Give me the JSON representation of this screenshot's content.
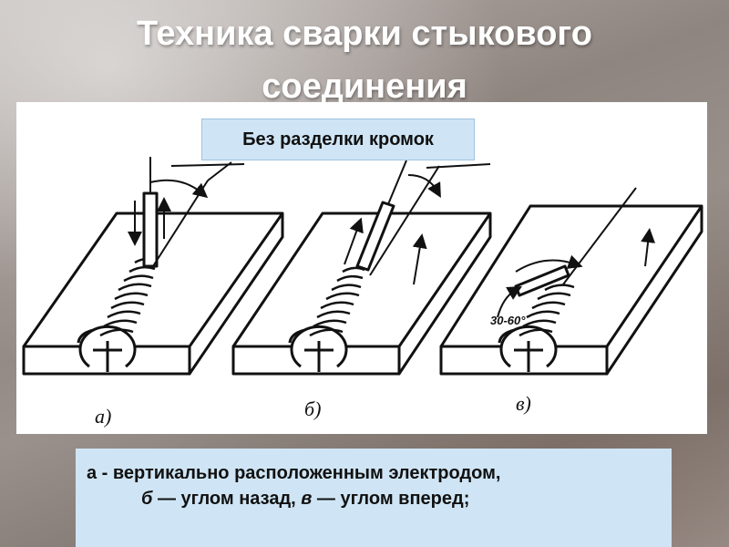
{
  "slide": {
    "title_line1": "Техника сварки стыкового",
    "title_line2": "соединения"
  },
  "figure": {
    "label": "Без разделки кромок",
    "panel_labels": [
      "а)",
      "б)",
      "в)"
    ],
    "angle_annotation": "30-60°"
  },
  "caption": {
    "line1": "а - вертикально расположенным электродом,",
    "line2_part1": "б",
    "line2_part2": " — углом назад, ",
    "line2_part3": "в",
    "line2_part4": " — углом вперед;"
  },
  "colors": {
    "figure_background": "#ffffff",
    "label_box_fill": "#cfe5f5",
    "caption_fill": "#cfe5f5",
    "title_text": "#ffffff"
  }
}
